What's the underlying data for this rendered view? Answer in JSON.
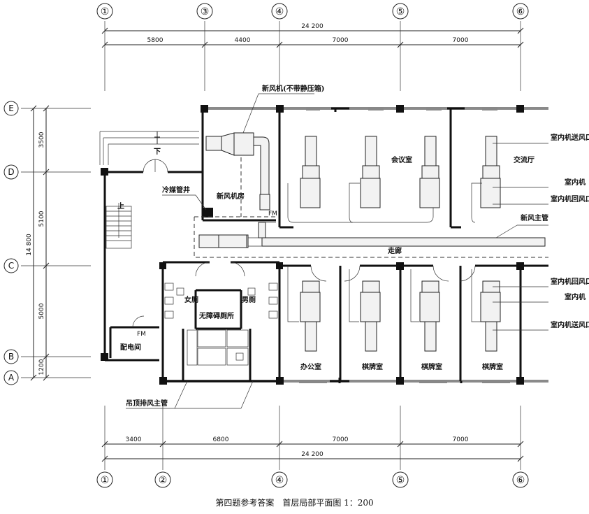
{
  "axes_top": [
    "①",
    "③",
    "④",
    "⑤",
    "⑥"
  ],
  "axes_bottom": [
    "①",
    "②",
    "④",
    "⑤",
    "⑥"
  ],
  "axes_left": [
    "E",
    "D",
    "C",
    "B",
    "A"
  ],
  "dims": {
    "top_total": "24 200",
    "top_segments": [
      "5800",
      "4400",
      "7000",
      "7000"
    ],
    "bottom_total": "24 200",
    "bottom_segments": [
      "3400",
      "6800",
      "7000",
      "7000"
    ],
    "left_total": "14 800",
    "left_segments": [
      "3500",
      "5100",
      "5000",
      "1200"
    ]
  },
  "labels": {
    "fresh_air_unit": "新风机(不带静压箱)",
    "fresh_air_room": "新风机房",
    "cold_pipe_shaft": "冷媒管井",
    "meeting_room": "会议室",
    "exchange_hall": "交流厅",
    "corridor": "走廊",
    "fresh_air_main": "新风主管",
    "female_wc": "女厕",
    "male_wc": "男厕",
    "accessible_wc": "无障碍厕所",
    "distribution_room": "配电间",
    "office": "办公室",
    "chess_room_1": "棋牌室",
    "chess_room_2": "棋牌室",
    "chess_room_3": "棋牌室",
    "exhaust_main": "吊顶排风主管",
    "down": "下",
    "up": "上",
    "fm1": "FM",
    "fm2": "FM"
  },
  "callouts": {
    "supply_outlet_top": "室内机送风口",
    "indoor_unit_top": "室内机",
    "return_inlet_top": "室内机回风口",
    "return_inlet_bottom": "室内机回风口",
    "indoor_unit_bottom": "室内机",
    "supply_outlet_bottom": "室内机送风口"
  },
  "caption": "第四题参考答案　首层局部平面图 1：200"
}
